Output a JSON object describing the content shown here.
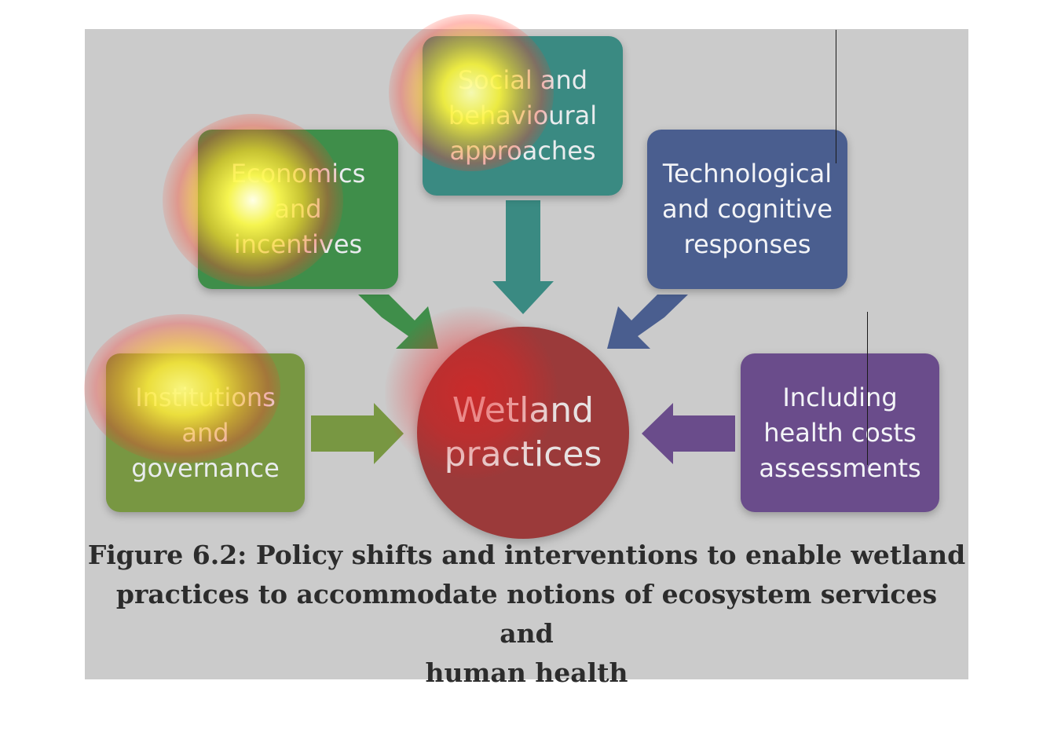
{
  "diagram": {
    "center": {
      "label": "Wetland\npractices",
      "color": "#9b3a3a"
    },
    "boxes": [
      {
        "id": "social",
        "label": "Social and\nbehavioural\napproaches",
        "color": "#3a8a82"
      },
      {
        "id": "econ",
        "label": "Economics\nand\nincentives",
        "color": "#3f8e4a"
      },
      {
        "id": "tech",
        "label": "Technological\nand cognitive\nresponses",
        "color": "#4a5e8f"
      },
      {
        "id": "inst",
        "label": "Institutions\nand\ngovernance",
        "color": "#789742"
      },
      {
        "id": "health",
        "label": "Including\nhealth costs\nassessments",
        "color": "#6a4c8b"
      }
    ]
  },
  "caption": {
    "line1": "Figure 6.2: Policy shifts and interventions to enable wetland",
    "line2": "practices to accommodate notions of ecosystem services and",
    "line3": "human health"
  },
  "colors": {
    "panel_background": "#cbcbcb",
    "heatmap_hot": "#fffb66",
    "heatmap_warm": "#ff3b2e"
  }
}
